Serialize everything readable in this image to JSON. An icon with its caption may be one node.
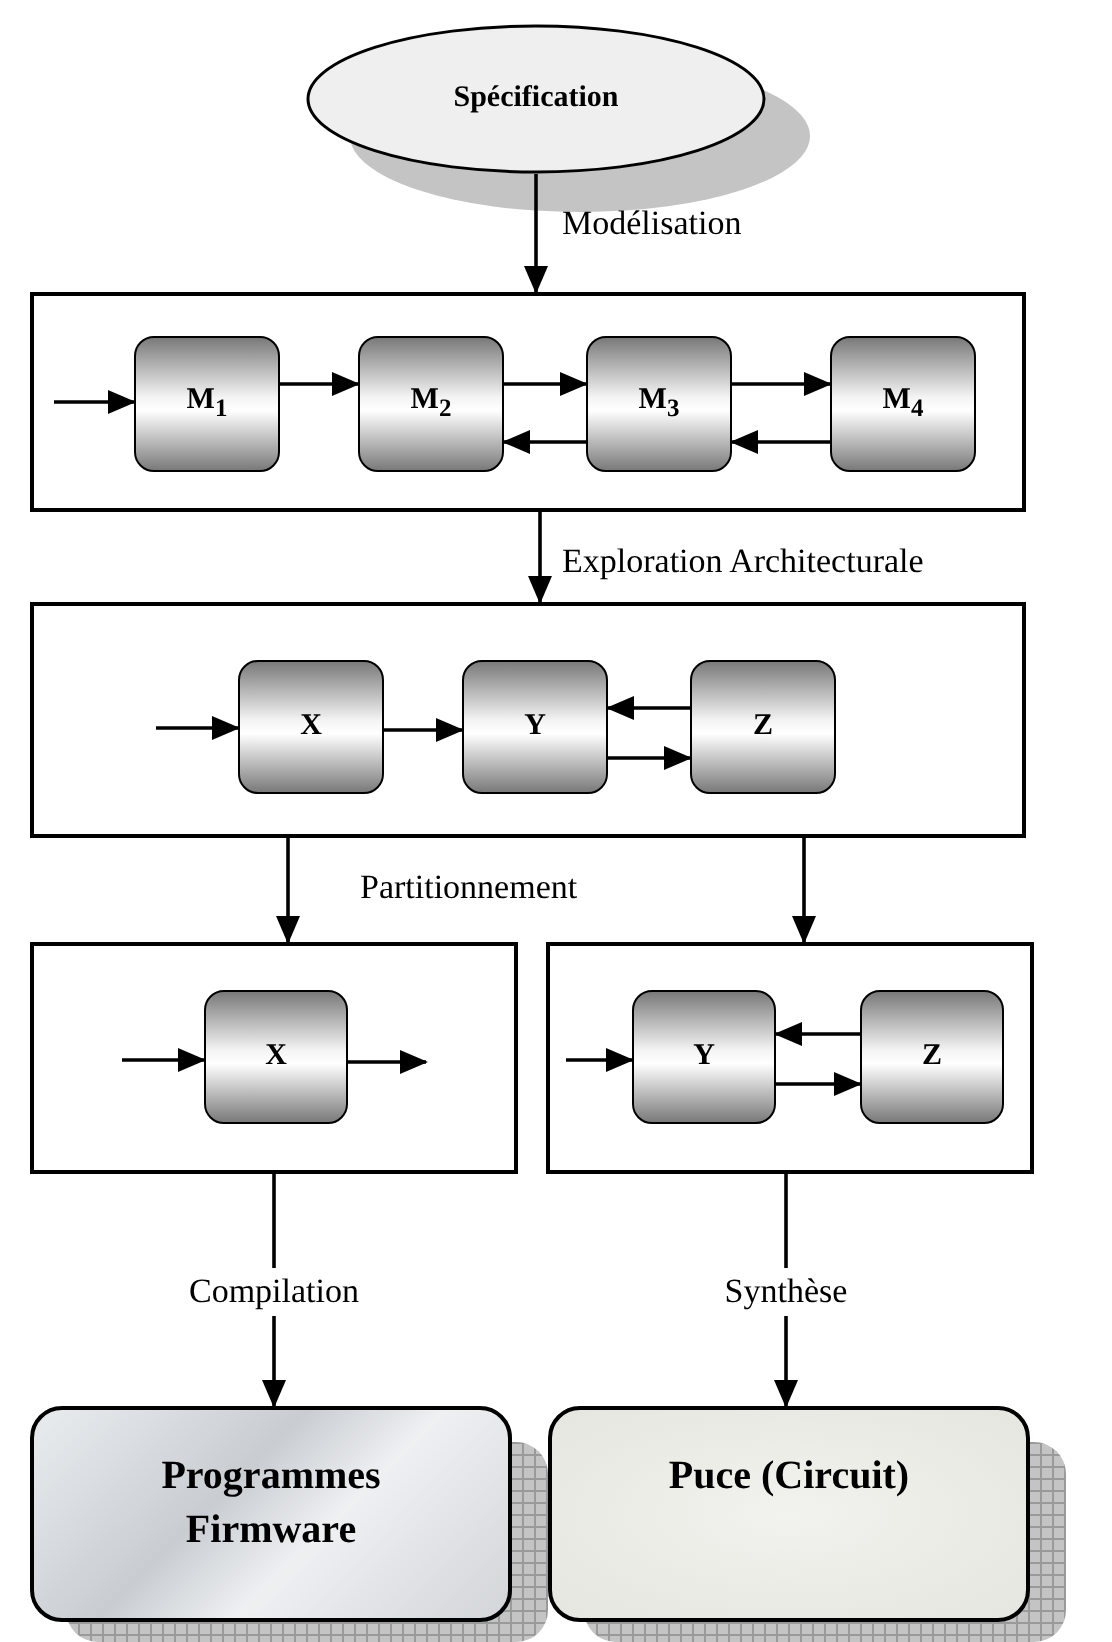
{
  "diagram": {
    "nodes": [
      {
        "text": [
          "Spécification"
        ]
      },
      {
        "text": [],
        "shape": "box"
      },
      {
        "text": [
          "M$_{1}$"
        ],
        "in": 1
      },
      {
        "text": [
          "M$_{2}$"
        ],
        "in": 1
      },
      {
        "text": [
          "M$_{3}$"
        ],
        "in": 1
      },
      {
        "text": [
          "M$_{4}$"
        ],
        "in": 1
      },
      {
        "text": [],
        "shape": "box"
      },
      {
        "text": [
          "X"
        ],
        "in": 6
      },
      {
        "text": [
          "Y"
        ],
        "in": 6
      },
      {
        "text": [
          "Z"
        ],
        "in": 6
      },
      {
        "text": [],
        "shape": "box"
      },
      {
        "text": [
          "X"
        ],
        "in": 10
      },
      {
        "text": [],
        "shape": "box"
      },
      {
        "text": [
          "Y"
        ],
        "in": 12
      },
      {
        "text": [
          "Z"
        ],
        "in": 12
      },
      {
        "text": [
          "Programmes Firmware"
        ]
      },
      {
        "text": [
          "Puce (Circuit)"
        ]
      }
    ],
    "edges": [
      {
        "from": 0,
        "to": 1,
        "arrow": "to",
        "label": "Modélisation"
      },
      {
        "from": null,
        "to": 2,
        "arrow": "to"
      },
      {
        "from": 2,
        "to": 3,
        "arrow": "to"
      },
      {
        "from": 3,
        "to": 4,
        "arrow": "to"
      },
      {
        "from": 4,
        "to": 3,
        "arrow": "to"
      },
      {
        "from": 4,
        "to": 5,
        "arrow": "to"
      },
      {
        "from": 5,
        "to": 4,
        "arrow": "to"
      },
      {
        "from": 1,
        "to": 6,
        "arrow": "to",
        "label": "Exploration Architecturale"
      },
      {
        "from": null,
        "to": 7,
        "arrow": "to"
      },
      {
        "from": 7,
        "to": 8,
        "arrow": "to"
      },
      {
        "from": 9,
        "to": 8,
        "arrow": "to"
      },
      {
        "from": 8,
        "to": 9,
        "arrow": "to"
      },
      {
        "from": 6,
        "to": 10,
        "arrow": "to"
      },
      {
        "from": 6,
        "to": 12,
        "arrow": "to"
      },
      {
        "from": null,
        "to": 11,
        "arrow": "to"
      },
      {
        "from": 11,
        "to": null,
        "arrow": "to"
      },
      {
        "from": null,
        "to": 13,
        "arrow": "to"
      },
      {
        "from": 14,
        "to": 13,
        "arrow": "to"
      },
      {
        "from": 13,
        "to": 14,
        "arrow": "to"
      },
      {
        "from": 10,
        "to": 15,
        "arrow": "to",
        "label": "Compilation"
      },
      {
        "from": 12,
        "to": 16,
        "arrow": "to",
        "label": "Synthèse"
      }
    ],
    "labels": [
      "Partitionnement"
    ]
  }
}
